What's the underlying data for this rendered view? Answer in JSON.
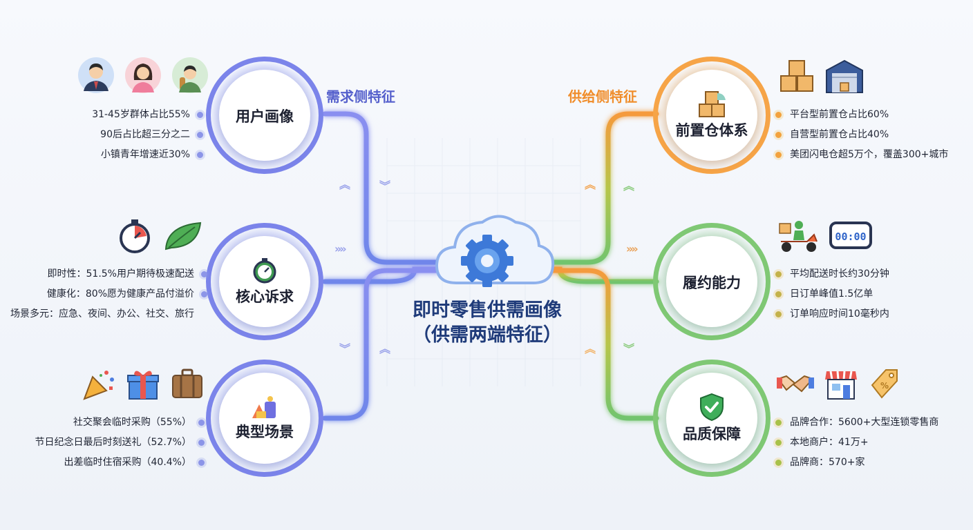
{
  "center": {
    "title_line1": "即时零售供需画像",
    "title_line2": "（供需两端特征）"
  },
  "demand_side": {
    "title": "需求侧特征"
  },
  "supply_side": {
    "title": "供给侧特征"
  },
  "nodes": {
    "user_profile": {
      "title": "用户画像",
      "bullets": [
        "31-45岁群体占比55%",
        "90后占比超三分之二",
        "小镇青年增速近30%"
      ]
    },
    "core_needs": {
      "title": "核心诉求",
      "bullets": [
        "即时性：51.5%用户期待极速配送",
        "健康化：80%愿为健康产品付溢价",
        "场景多元：应急、夜间、办公、社交、旅行"
      ]
    },
    "typical_scenes": {
      "title": "典型场景",
      "bullets": [
        "社交聚会临时采购（55%）",
        "节日纪念日最后时刻送礼（52.7%）",
        "出差临时住宿采购（40.4%）"
      ]
    },
    "warehouse": {
      "title": "前置仓体系",
      "bullets": [
        "平台型前置仓占比60%",
        "自营型前置仓占比40%",
        "美团闪电仓超5万个，覆盖300+城市"
      ]
    },
    "fulfillment": {
      "title": "履约能力",
      "bullets": [
        "平均配送时长约30分钟",
        "日订单峰值1.5亿单",
        "订单响应时间10毫秒内"
      ]
    },
    "quality": {
      "title": "品质保障",
      "bullets": [
        "品牌合作：5600+大型连锁零售商",
        "本地商户：41万+",
        "品牌商：570+家"
      ]
    }
  },
  "timer_display": "00:00",
  "colors": {
    "blue": "#7b84ea",
    "orange": "#f6a447",
    "green": "#7fc874",
    "center_text": "#1f3b7a"
  },
  "icons": [
    "businessman-avatar-icon",
    "woman-avatar-icon",
    "traveler-avatar-icon",
    "stopwatch-icon",
    "leaf-icon",
    "party-popper-icon",
    "gift-icon",
    "suitcase-icon",
    "boxes-icon",
    "warehouse-icon",
    "delivery-scooter-icon",
    "digital-clock-icon",
    "handshake-icon",
    "storefront-icon",
    "price-tag-icon",
    "cloud-gear-icon",
    "shield-check-icon",
    "building-blocks-icon"
  ]
}
